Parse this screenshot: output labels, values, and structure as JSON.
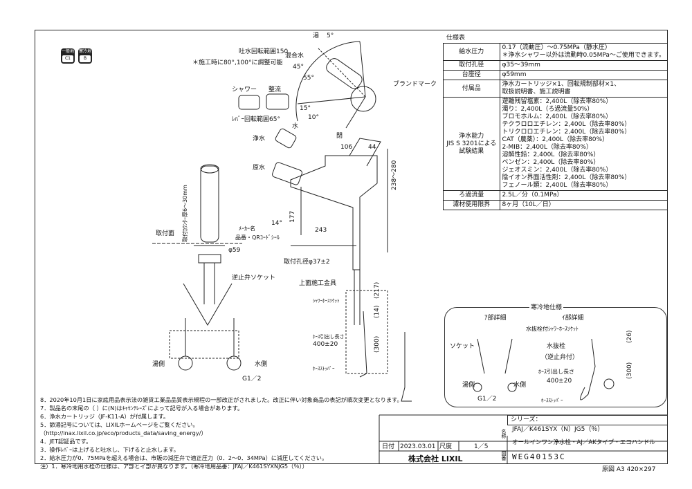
{
  "badges": [
    {
      "top": "一般地",
      "bottom": "C1"
    },
    {
      "top": "寒冷地",
      "bottom": "B"
    }
  ],
  "top_view": {
    "rotation_range": "吐水回転範囲150",
    "adjustable_note": "＊施工時に80°,100°に調整可能",
    "shower": "シャワー",
    "jousui": "整流",
    "konsui": "混合水",
    "yu": "湯",
    "angle_5": "5°",
    "angle_45": "45°",
    "angle_55": "55°",
    "angle_15": "15°",
    "angle_10": "10°",
    "mizu": "水",
    "lever_range": "ﾚﾊﾞｰ回転範囲65°",
    "brand_mark": "ブランドマーク"
  },
  "side_view": {
    "jousui": "浄水",
    "gensui": "原水",
    "hei": "閉",
    "dim_106": "106",
    "dim_44": "44",
    "dim_range": "238～280",
    "dim_177": "177",
    "dim_14deg": "14°",
    "dim_243": "243",
    "hole": "取付孔径φ37±2",
    "top_fitting": "上面施工金具",
    "hose_socket": "ｼｬﾜｰﾎｰｽｿｹｯﾄ",
    "dim_217": "(217)",
    "dim_14": "(14)",
    "dim_300": "(300)",
    "pull_out": "ﾎｰｽ引出し長さ",
    "pull_len": "400±20",
    "hose_stopper": "ﾎｰｽｽﾄｯﾊﾟｰ"
  },
  "front_view": {
    "counter": "取付ｶｳﾝﾀｰ厚6～30mm",
    "mount_face": "取付面",
    "name_label": "ﾒｰｶｰ名",
    "product_qr": "品番・QRｺｰﾄﾞｼｰﾙ",
    "dia": "φ59",
    "check_socket": "逆止弁ソケット",
    "yu_side": "湯側",
    "mizu_side": "水側",
    "g12": "G1／2"
  },
  "spec": {
    "title": "仕様表",
    "rows": [
      {
        "k": "給水圧力",
        "v": [
          "0.17（流動圧）～0.75MPa（静水圧）",
          "＊浄水シャワー以外は流動時0.05MPa～ご使用できます。"
        ]
      },
      {
        "k": "取付孔径",
        "v": [
          "φ35～39mm"
        ]
      },
      {
        "k": "台座径",
        "v": [
          "φ59mm"
        ]
      },
      {
        "k": "付属品",
        "v": [
          "浄水カートリッジ×1、回転規制部材×1、",
          "取扱説明書、施工説明書"
        ]
      },
      {
        "k": "浄水能力\nJIS S 3201による\n試験結果",
        "v": [
          "遊離残留塩素：2,400L（除去率80%）",
          "濁り：2,400L（ろ過流量50%）",
          "ブロモホルム：2,400L（除去率80%）",
          "テクラロロエチレン：2,400L（除去率80%）",
          "トリクロロエチレン：2,400L（除去率80%）",
          "CAT（農薬）：2,400L（除去率80%）",
          "2-MIB：2,400L（除去率80%）",
          "溶解性鉛：2,400L（除去率80%）",
          "ベンゼン：2,400L（除去率80%）",
          "ジェオスミン：2,400L（除去率80%）",
          "陰イオン界面活性剤：2,400L（除去率80%）",
          "フェノール類：2,400L（除去率80%）"
        ]
      },
      {
        "k": "ろ過流量",
        "v": [
          "2.5L／分（0.1MPa）"
        ]
      },
      {
        "k": "濾材使用限界",
        "v": [
          "8ヶ月（10L／日）"
        ]
      }
    ]
  },
  "cold_detail": {
    "title": "寒冷地仕様",
    "a_detail": "ｱ部詳細",
    "i_detail": "ｲ部詳細",
    "drain": "水抜栓付ｼｬﾜｰﾎｰｽｿｹｯﾄ",
    "socket": "ソケット",
    "drain2": "水抜栓",
    "check": "（逆止弁付）",
    "pull_out": "ﾎｰｽ引出し長さ",
    "pull_len": "400±20",
    "dim_26": "(26)",
    "dim_300": "(300)",
    "hose_stopper": "ﾎｰｽｽﾄｯﾊﾟｰ",
    "yu": "湯側",
    "mizu": "水側",
    "g12": "G1／2"
  },
  "notes": [
    "8．2020年10月1日に家庭用品表示法の雑貨工業品品質表示規程の一部改正がされました。改正に伴い対象商品の表記が順次変更となります。",
    "7．製品名の末尾の（ ）に(N)はｷｬｾﾝﾃﾚｰｽﾞによって記号が入る場合があります。",
    "6．浄水カートリッジ（JF-K11-A）が付属します。",
    "5．節湯記号については、LIXILホームページをご覧ください。",
    "（http://inax.lixil.co.jp/eco/products_data/saving_energy/）",
    "4．JET認証品です。",
    "3．操作ﾚﾊﾞｰは上げると吐水し、下げると止水します。",
    "2．給水圧力が0．75MPaを超える場合は、市販の減圧弁で適正圧力（0．2～0．34MPa）に減圧してください。",
    "注）1．寒冷地用水栓の仕様は、ア部とイ部が異なります。（寒冷地用品番：JFAJ／K461SYXNJG5（％））"
  ],
  "title_block": {
    "series_label": "シリーズ：",
    "series": "JFAJ／K461SYX（N）JG5（％）",
    "name_label": "名称",
    "name": "オールインワン浄水栓・AJ／AKタイプ・エコハンドル",
    "date_label": "日付",
    "date": "2023.03.01",
    "scale_label": "尺度",
    "scale": "1／5",
    "company": "株式会社 LIXIL",
    "dwg_label": "図番",
    "dwg_no": "WEG40153C",
    "sheet": "原図 A3 420×297"
  }
}
